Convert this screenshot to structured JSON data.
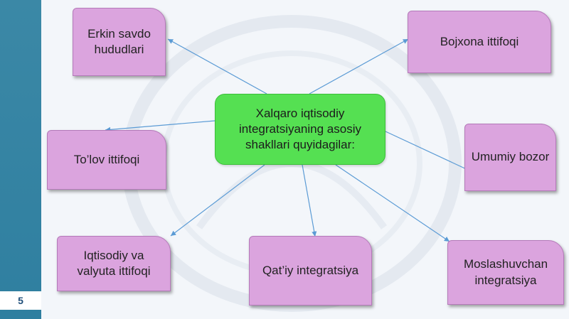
{
  "slide": {
    "page_number": "5",
    "center_label": "Xalqaro iqtisodiy integratsiyaning asosiy shakllari quyidagilar:",
    "nodes": [
      "Erkin savdo hududlari",
      "Bojxona ittifoqi",
      "To’lov ittifoqi",
      "Umumiy bozor",
      "Iqtisodiy va valyuta ittifoqi",
      "Qat’iy integratsiya",
      "Moslashuvchan integratsiya"
    ]
  },
  "colors": {
    "sidebar": "#3b88a6",
    "center_fill": "#55e052",
    "node_fill": "#dba4de",
    "connector": "#5b9bd5"
  }
}
